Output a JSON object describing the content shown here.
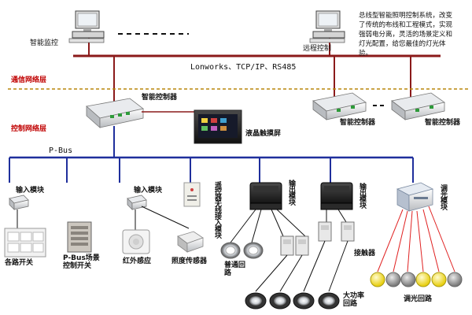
{
  "labels": {
    "smart_monitor": "智能监控",
    "remote_control": "远程控制",
    "description": "总线型智能照明控制系统，改变了传统的布线和工程模式，实现强弱电分离，灵活的场景定义和灯光配置，给您最佳的灯光体验。",
    "protocols": "Lonworks、TCP/IP、RS485",
    "comm_layer": "通信网络层",
    "control_layer": "控制网络层",
    "smart_controller_main": "智能控制器",
    "lcd_touchscreen": "液晶触摸屏",
    "pbus": "P-Bus",
    "smart_controller_right_1": "智能控制器",
    "smart_controller_right_2": "智能控制器",
    "input_module_1": "输入模块",
    "input_module_2": "输入模块",
    "remote_wireless_input": "遥控器无线接入模块",
    "output_module_1": "输出模块",
    "output_module_2": "输出模块",
    "dimming_module": "调光模块",
    "switches": "各路开关",
    "pbus_scene_panel": "P-Bus场景控制开关",
    "infrared_sensor": "红外感应",
    "illuminance_sensor": "照度传感器",
    "normal_circuit": "普通回路",
    "contactor": "接触器",
    "high_power_circuit": "大功率回路",
    "dimming_circuit": "调光回路"
  },
  "colors": {
    "bus_red": "#8b1a1a",
    "pbus_blue": "#1f2f9c",
    "layer_text": "#c00000",
    "divider": "#b8860b",
    "wire_red": "#e02020",
    "bulb_yellow": "#f5e23a",
    "bulb_gray": "#9a9a9a"
  },
  "icons": [
    "computer-icon",
    "controller-icon",
    "touchscreen-icon",
    "input-module-icon",
    "switch-panel-icon",
    "scene-panel-icon",
    "infrared-sensor-icon",
    "illuminance-sensor-icon",
    "remote-module-icon",
    "output-module-icon",
    "contactor-icon",
    "dimmer-icon",
    "spotlight-icon",
    "bulb-icon"
  ]
}
